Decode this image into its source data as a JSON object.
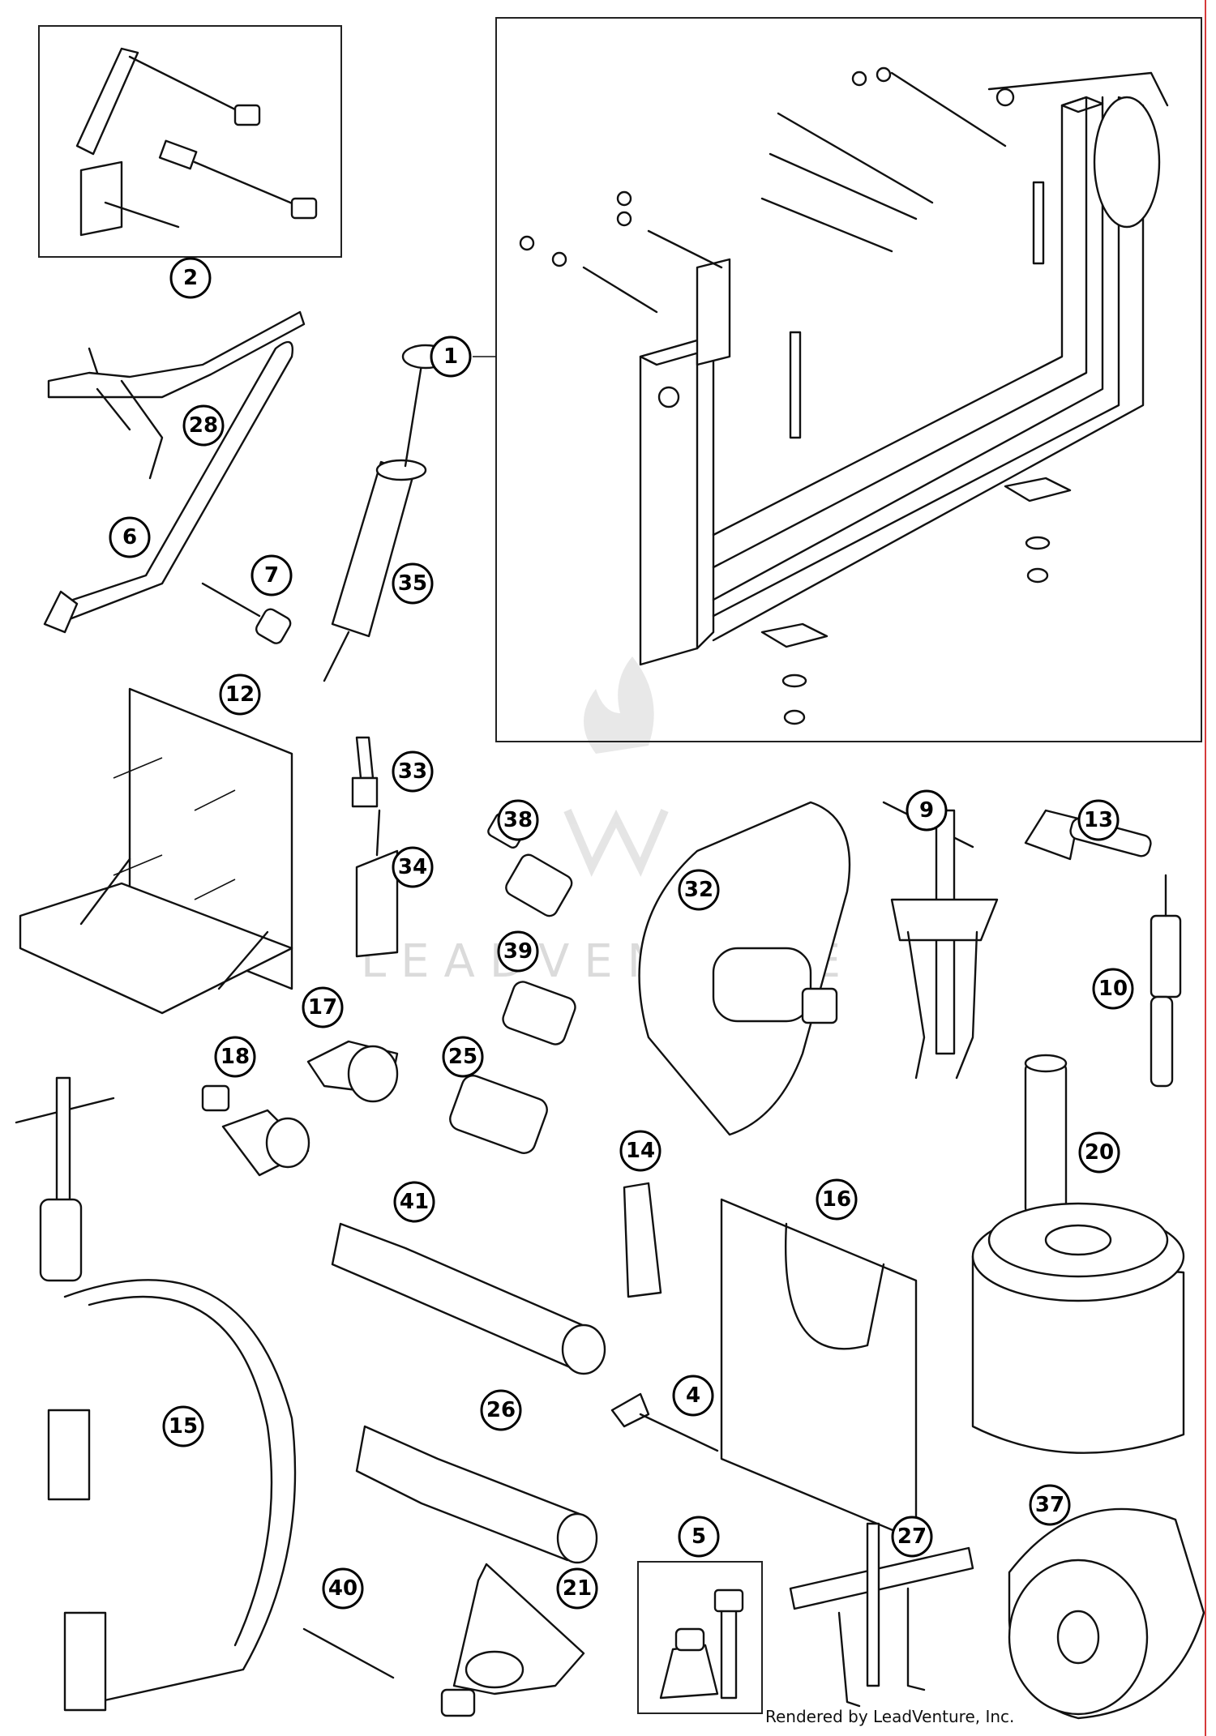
{
  "diagram": {
    "credit": "Rendered by LeadVenture, Inc.",
    "watermark": "LEADVENTURE",
    "accent_edge_color": "#d63b3b",
    "callouts": [
      "1",
      "2",
      "4",
      "5",
      "6",
      "7",
      "9",
      "10",
      "12",
      "13",
      "14",
      "15",
      "16",
      "17",
      "18",
      "20",
      "21",
      "25",
      "26",
      "27",
      "28",
      "32",
      "33",
      "34",
      "35",
      "37",
      "38",
      "39",
      "40",
      "41"
    ]
  }
}
